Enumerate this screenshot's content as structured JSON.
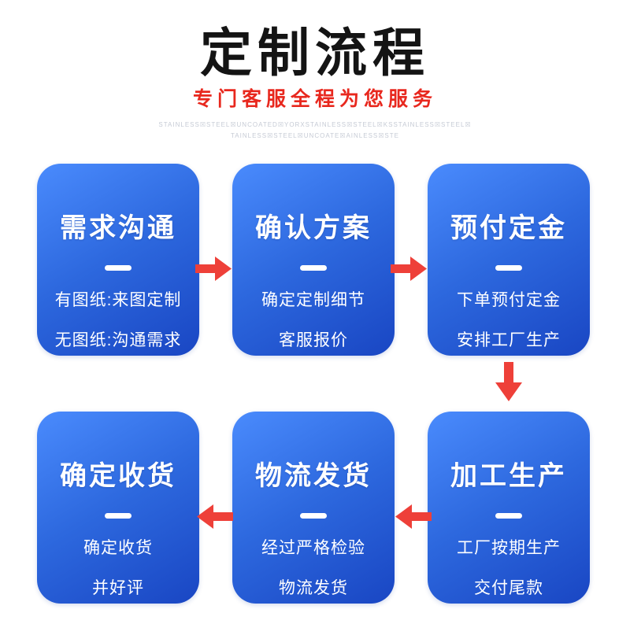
{
  "header": {
    "title": "定制流程",
    "subtitle": "专门客服全程为您服务",
    "watermark_line1": "STAINLESS☒STEEL☒UNCOATED☒YORXSTAINLESS☒STEEL☒KSSTAINLESS☒STEEL☒",
    "watermark_line2": "TAINLESS☒STEEL☒UNCOATE☒AINLESS☒STE"
  },
  "colors": {
    "arrow_red": "#ee4039",
    "box_gradient_top": "#4a8bfd",
    "box_gradient_bottom": "#1946c3",
    "subtitle_red": "#e8281e",
    "title_black": "#141414"
  },
  "steps": [
    {
      "title": "需求沟通",
      "lines": [
        "有图纸:来图定制",
        "无图纸:沟通需求"
      ]
    },
    {
      "title": "确认方案",
      "lines": [
        "确定定制细节",
        "客服报价"
      ]
    },
    {
      "title": "预付定金",
      "lines": [
        "下单预付定金",
        "安排工厂生产"
      ]
    },
    {
      "title": "加工生产",
      "lines": [
        "工厂按期生产",
        "交付尾款"
      ]
    },
    {
      "title": "物流发货",
      "lines": [
        "经过严格检验",
        "物流发货"
      ]
    },
    {
      "title": "确定收货",
      "lines": [
        "确定收货",
        "并好评"
      ]
    }
  ],
  "flow": {
    "direction_top_row": "left-to-right",
    "direction_bottom_row": "right-to-left"
  }
}
